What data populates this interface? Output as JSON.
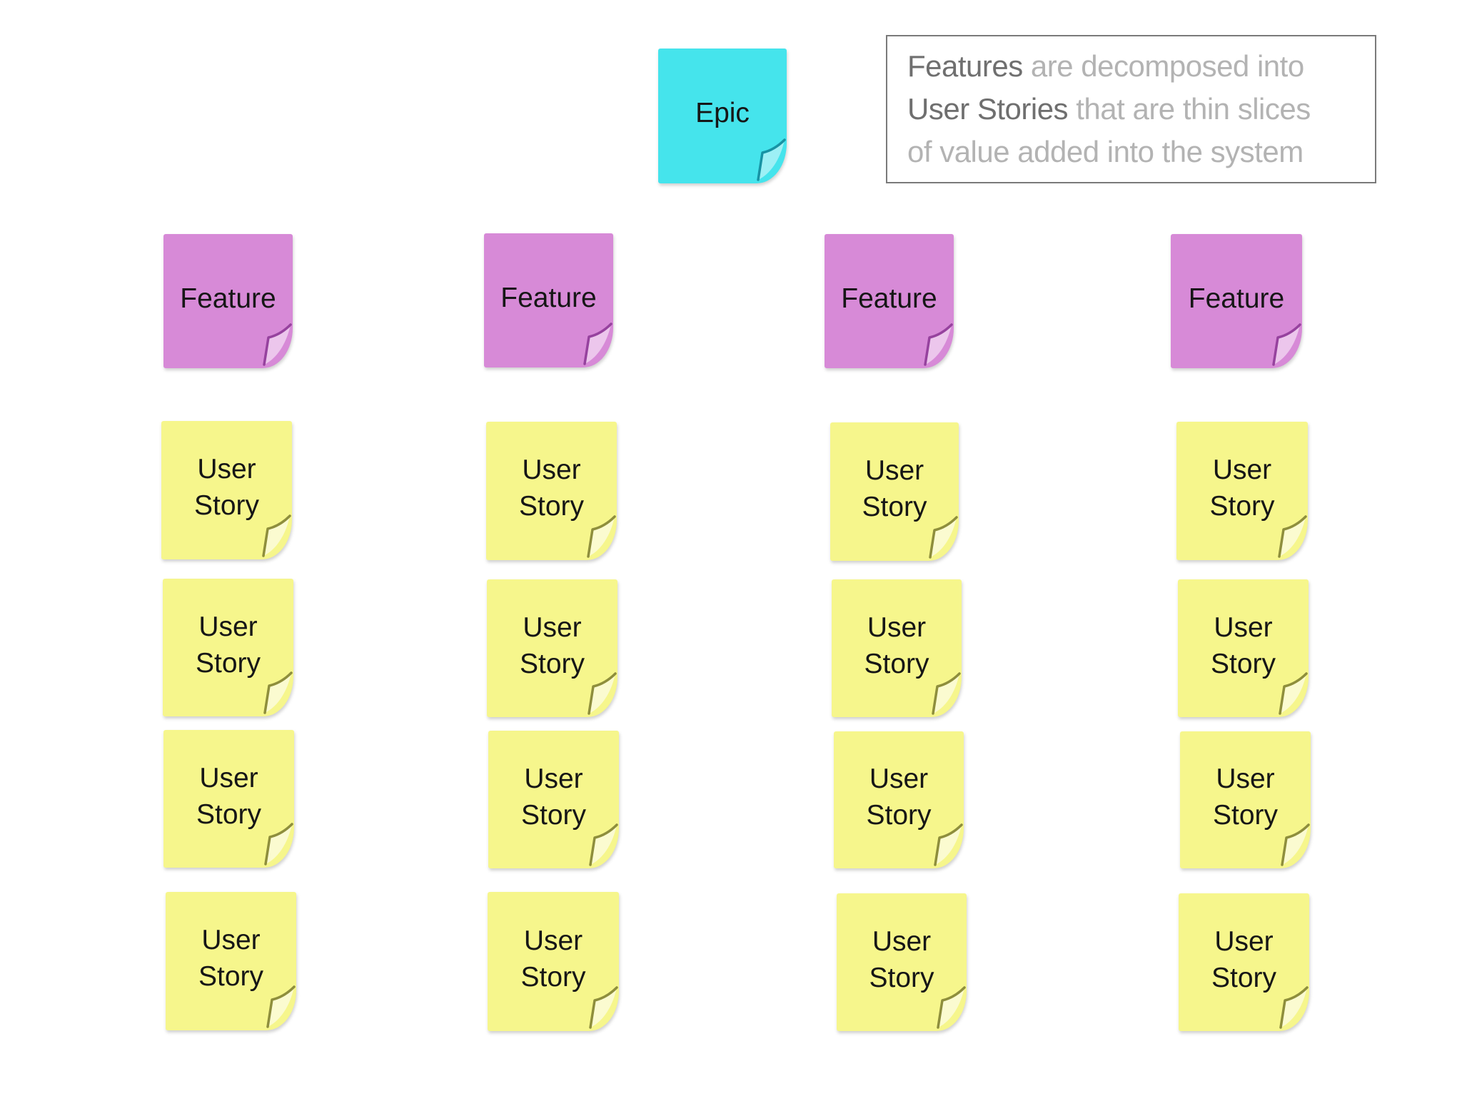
{
  "page": {
    "background": "#ffffff"
  },
  "callout": {
    "lines": [
      {
        "segments": [
          {
            "text": "Features",
            "style": "strong"
          },
          {
            "text": " are decomposed into",
            "style": "light"
          }
        ]
      },
      {
        "segments": [
          {
            "text": "User Stories",
            "style": "strong"
          },
          {
            "text": " that are thin slices",
            "style": "light"
          }
        ]
      },
      {
        "segments": [
          {
            "text": "of value added into the system",
            "style": "light"
          }
        ]
      }
    ]
  },
  "board": {
    "epic": {
      "label": "Epic"
    },
    "columns": [
      {
        "feature": {
          "label": "Feature"
        },
        "stories": [
          {
            "label": "User Story"
          },
          {
            "label": "User Story"
          },
          {
            "label": "User Story"
          },
          {
            "label": "User Story"
          }
        ]
      },
      {
        "feature": {
          "label": "Feature"
        },
        "stories": [
          {
            "label": "User Story"
          },
          {
            "label": "User Story"
          },
          {
            "label": "User Story"
          },
          {
            "label": "User Story"
          }
        ]
      },
      {
        "feature": {
          "label": "Feature"
        },
        "stories": [
          {
            "label": "User Story"
          },
          {
            "label": "User Story"
          },
          {
            "label": "User Story"
          },
          {
            "label": "User Story"
          }
        ]
      },
      {
        "feature": {
          "label": "Feature"
        },
        "stories": [
          {
            "label": "User Story"
          },
          {
            "label": "User Story"
          },
          {
            "label": "User Story"
          },
          {
            "label": "User Story"
          }
        ]
      }
    ]
  },
  "colors": {
    "page_background": "#ffffff",
    "epic_note": "#45e4ec",
    "feature_note": "#d78ad7",
    "story_note": "#f6f68c",
    "note_text": "#161616",
    "callout_border": "#7a7a7a",
    "callout_strong_text": "#6f6f6f",
    "callout_light_text": "#b3b3b3"
  }
}
